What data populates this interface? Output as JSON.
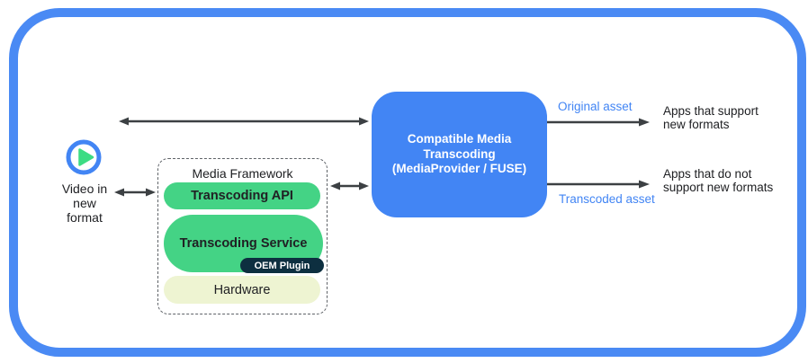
{
  "diagram": {
    "source": {
      "label": "Video in\nnew\nformat",
      "icon": "play-icon"
    },
    "media_framework": {
      "title": "Media Framework",
      "transcoding_api": "Transcoding API",
      "transcoding_service": "Transcoding Service",
      "oem_plugin": "OEM Plugin",
      "hardware": "Hardware"
    },
    "transcoder": {
      "label": "Compatible Media\nTranscoding\n(MediaProvider / FUSE)"
    },
    "outputs": {
      "original_asset_label": "Original asset",
      "transcoded_asset_label": "Transcoded asset",
      "apps_support": "Apps that support\nnew formats",
      "apps_not_support": "Apps that do not\nsupport new formats"
    },
    "colors": {
      "accent_blue": "#4285F4",
      "border_blue": "#4A8AF4",
      "pill_green": "#44D385",
      "play_triangle_green": "#3DDC84",
      "oem_navy": "#0D2F40",
      "hardware_pale_yellow": "#EEF4D2",
      "arrow_gray": "#3C4043"
    }
  }
}
